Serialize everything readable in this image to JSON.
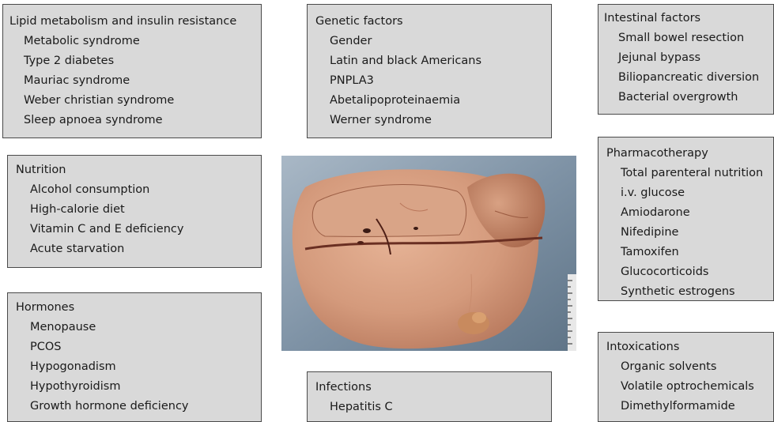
{
  "boxes": {
    "lipid": {
      "title": "Lipid metabolism and insulin resistance",
      "items": [
        "Metabolic syndrome",
        "Type 2 diabetes",
        "Mauriac syndrome",
        "Weber christian syndrome",
        "Sleep apnoea syndrome"
      ]
    },
    "genetic": {
      "title": "Genetic factors",
      "items": [
        "Gender",
        "Latin and black Americans",
        "PNPLA3",
        "Abetalipoproteinaemia",
        "Werner syndrome"
      ]
    },
    "intestinal": {
      "title": "Intestinal factors",
      "items": [
        "Small bowel resection",
        "Jejunal bypass",
        "Biliopancreatic diversion",
        "Bacterial overgrowth"
      ]
    },
    "nutrition": {
      "title": "Nutrition",
      "items": [
        "Alcohol consumption",
        "High-calorie diet",
        "Vitamin C and E deficiency",
        "Acute starvation"
      ]
    },
    "pharmacotherapy": {
      "title": "Pharmacotherapy",
      "items": [
        "Total parenteral nutrition",
        "i.v. glucose",
        "Amiodarone",
        "Nifedipine",
        "Tamoxifen",
        "Glucocorticoids",
        "Synthetic estrogens"
      ]
    },
    "hormones": {
      "title": "Hormones",
      "items": [
        "Menopause",
        "PCOS",
        "Hypogonadism",
        "Hypothyroidism",
        "Growth hormone deficiency"
      ]
    },
    "infections": {
      "title": "Infections",
      "items": [
        "Hepatitis C"
      ]
    },
    "intoxications": {
      "title": "Intoxications",
      "items": [
        "Organic solvents",
        "Volatile optrochemicals",
        "Dimethylformamide"
      ]
    }
  },
  "colors": {
    "box_fill": "#d9d9d9",
    "box_border": "#4a4a4a",
    "photo_background": "#7f93a6",
    "liver": "#d49a7c"
  }
}
